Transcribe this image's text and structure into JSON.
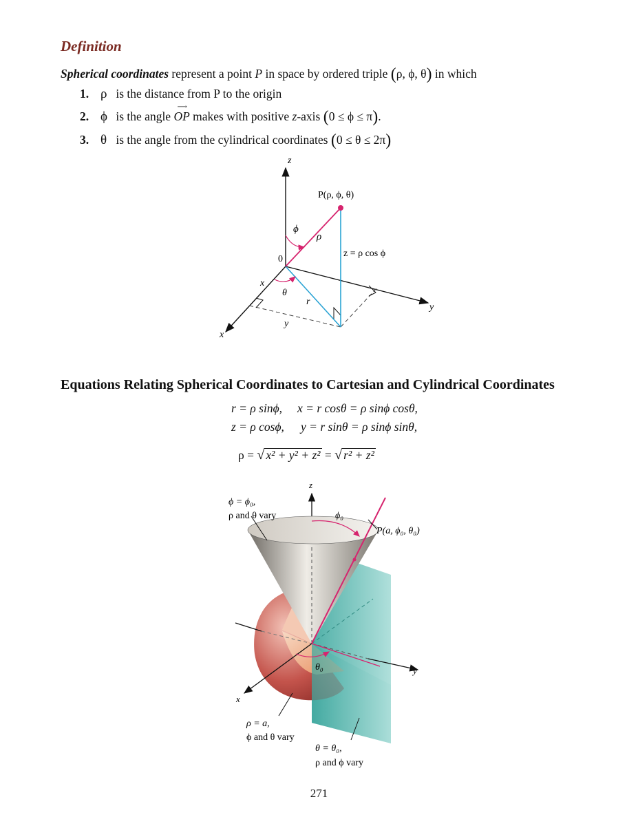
{
  "definition": {
    "title": "Definition",
    "intro_term": "Spherical coordinates",
    "intro_text": "represent a point",
    "intro_point": "P",
    "intro_text2": "in space by ordered triple",
    "intro_triple": "ρ, ϕ, θ",
    "intro_end": "in which"
  },
  "items": [
    {
      "num": "1.",
      "sym": "ρ",
      "text": "is the distance from P to the origin"
    },
    {
      "num": "2.",
      "sym": "ϕ",
      "text_a": "is the angle",
      "vec": "OP",
      "text_b": "makes with positive",
      "axis": "z",
      "text_c": "-axis",
      "range": "0 ≤ ϕ ≤ π",
      "end": "."
    },
    {
      "num": "3.",
      "sym": "θ",
      "text": "is the angle from the cylindrical coordinates",
      "range": "0 ≤ θ ≤ 2π"
    }
  ],
  "figure1": {
    "z_axis": "z",
    "point_label": "P(ρ, ϕ, θ)",
    "phi": "ϕ",
    "rho": "ρ",
    "z_eq": "z = ρ cos ϕ",
    "origin": "0",
    "x_label": "x",
    "theta": "θ",
    "r_label": "r",
    "y_label": "y",
    "y_axis": "y",
    "x_axis": "x"
  },
  "section2": {
    "heading": "Equations Relating Spherical Coordinates to Cartesian and Cylindrical Coordinates",
    "eq1a": "r = ρ sinϕ,",
    "eq1b": "x = r cosθ = ρ sinϕ cosθ,",
    "eq2a": "z = ρ cosϕ,",
    "eq2b": "y = r sinθ = ρ sinϕ sinθ,",
    "eq3_lhs": "ρ =",
    "eq3_rad1": "x² + y² + z²",
    "eq3_eq": "=",
    "eq3_rad2": "r² + z²"
  },
  "figure2": {
    "z_axis": "z",
    "cone_label_1": "ϕ = ϕ₀,",
    "cone_label_2": "ρ and θ vary",
    "phi0": "ϕ₀",
    "point_label": "P(a, ϕ₀, θ₀)",
    "theta0": "θ₀",
    "y_axis": "y",
    "x_axis": "x",
    "sphere_label_1": "ρ = a,",
    "sphere_label_2": "ϕ and θ vary",
    "plane_label_1": "θ = θ₀,",
    "plane_label_2": "ρ and ϕ vary"
  },
  "colors": {
    "title": "#7a2a22",
    "magenta": "#d6246e",
    "cyan": "#2aa3d4",
    "plane_teal": "#5fbdb4",
    "sphere_red": "#c4544c"
  },
  "page_number": "271"
}
